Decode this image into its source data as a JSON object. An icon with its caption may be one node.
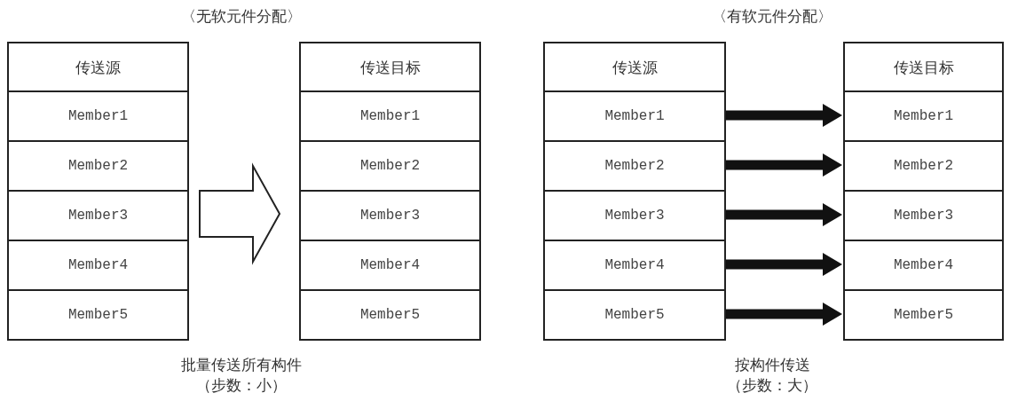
{
  "diagram": {
    "nodes": [
      {
        "text": [
          "传送源"
        ]
      },
      {
        "text": [
          "Member1"
        ],
        "in": 0
      },
      {
        "text": [
          "Member2"
        ],
        "in": 0
      },
      {
        "text": [
          "Member3"
        ],
        "in": 0
      },
      {
        "text": [
          "Member4"
        ],
        "in": 0
      },
      {
        "text": [
          "Member5"
        ],
        "in": 0
      },
      {
        "text": [
          "传送目标"
        ]
      },
      {
        "text": [
          "Member1"
        ],
        "in": 6
      },
      {
        "text": [
          "Member2"
        ],
        "in": 6
      },
      {
        "text": [
          "Member3"
        ],
        "in": 6
      },
      {
        "text": [
          "Member4"
        ],
        "in": 6
      },
      {
        "text": [
          "Member5"
        ],
        "in": 6
      },
      {
        "text": [
          "传送源"
        ]
      },
      {
        "text": [
          "Member1"
        ],
        "in": 12
      },
      {
        "text": [
          "Member2"
        ],
        "in": 12
      },
      {
        "text": [
          "Member3"
        ],
        "in": 12
      },
      {
        "text": [
          "Member4"
        ],
        "in": 12
      },
      {
        "text": [
          "Member5"
        ],
        "in": 12
      },
      {
        "text": [
          "传送目标"
        ]
      },
      {
        "text": [
          "Member1"
        ],
        "in": 18
      },
      {
        "text": [
          "Member2"
        ],
        "in": 18
      },
      {
        "text": [
          "Member3"
        ],
        "in": 18
      },
      {
        "text": [
          "Member4"
        ],
        "in": 18
      },
      {
        "text": [
          "Member5"
        ],
        "in": 18
      }
    ],
    "edges": [
      {
        "from": 0,
        "to": 6,
        "arrow": "to",
        "style": "thick"
      },
      {
        "from": 13,
        "to": 19,
        "arrow": "to"
      },
      {
        "from": 14,
        "to": 20,
        "arrow": "to"
      },
      {
        "from": 15,
        "to": 21,
        "arrow": "to"
      },
      {
        "from": 16,
        "to": 22,
        "arrow": "to"
      },
      {
        "from": 17,
        "to": 23,
        "arrow": "to"
      }
    ],
    "labels": [
      "〈无软元件分配〉",
      "〈有软元件分配〉",
      "批量传送所有构件",
      "按构件传送",
      "（步数：小）",
      "（步数：大）"
    ]
  }
}
